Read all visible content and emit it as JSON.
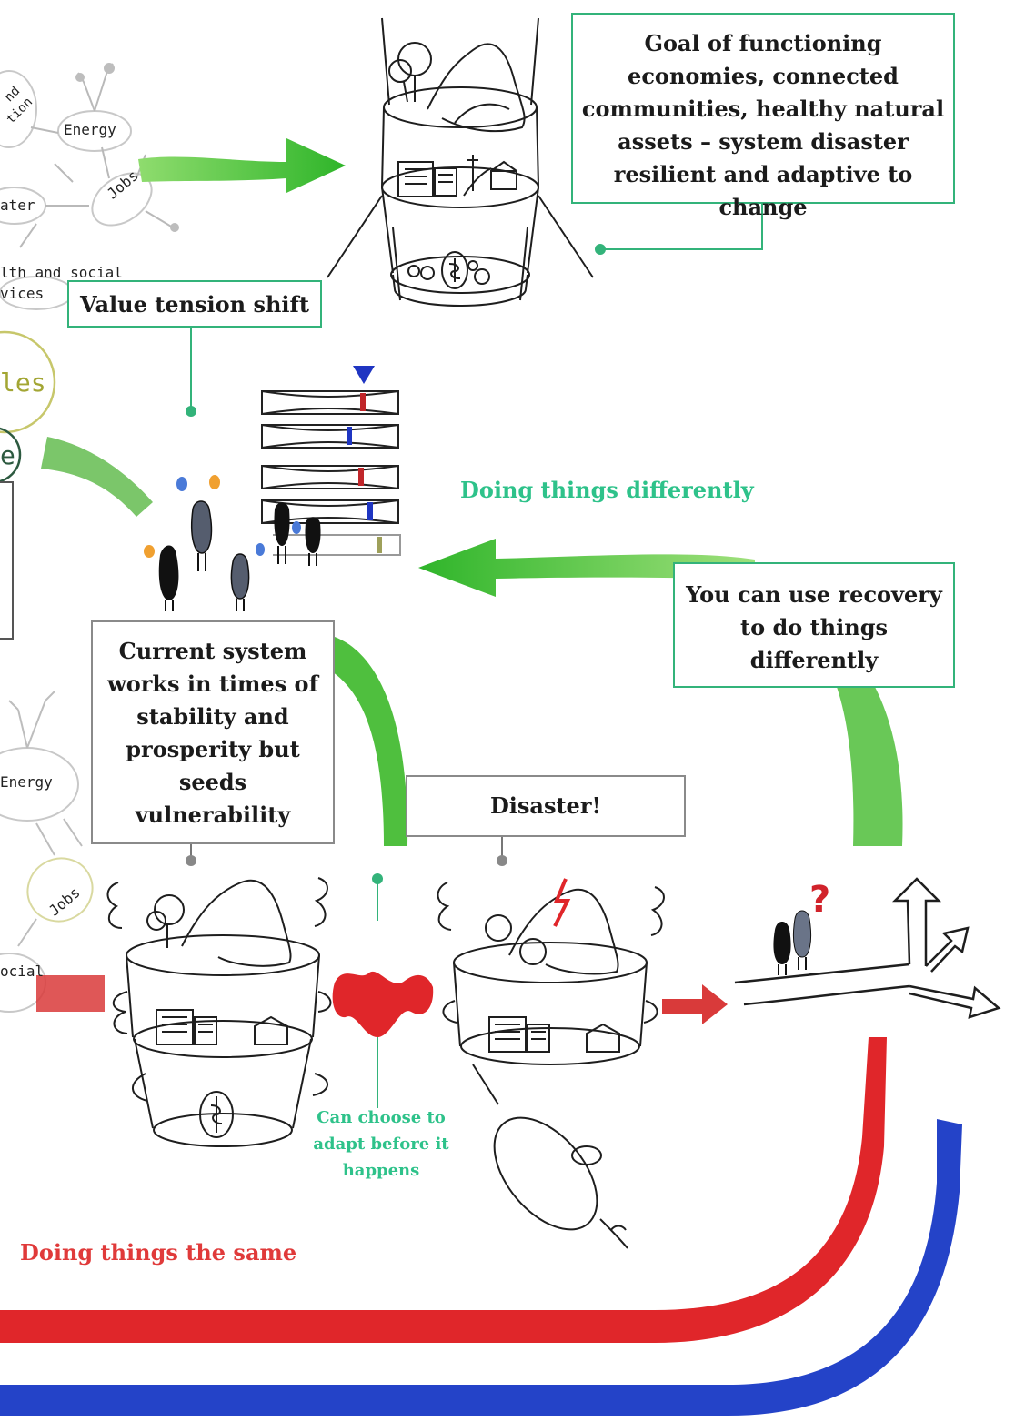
{
  "boxes": {
    "goal": "Goal of functioning economies, connected communities, healthy natural assets – system disaster resilient and adaptive to change",
    "value_tension": "Value tension shift",
    "recovery": "You can use recovery to do things differently",
    "current_system": "Current system works in times of stability and prosperity but seeds vulnerability",
    "disaster": "Disaster!"
  },
  "labels": {
    "doing_differently": "Doing things differently",
    "doing_same": "Doing things the same",
    "adapt_before": "Can choose to adapt before it happens",
    "values_fragment": "les",
    "e_fragment": "e"
  },
  "system_nodes_top": {
    "energy": "Energy",
    "water": "ater",
    "jobs": "Jobs",
    "health": "lth and social",
    "services": "vices",
    "top_fragment_1": "nd",
    "top_fragment_2": "tion"
  },
  "system_nodes_bottom": {
    "energy": "Energy",
    "jobs": "Jobs",
    "social": "ocial"
  },
  "question_mark": "?",
  "colors": {
    "green_box": "#33b37a",
    "green_arrow": "#3fbf2e",
    "red_arrow": "#e0262a",
    "blue_arrow": "#2443c8",
    "teal_text": "#2ec28a",
    "red_text": "#e03a3a",
    "olive_text": "#a3a634"
  }
}
